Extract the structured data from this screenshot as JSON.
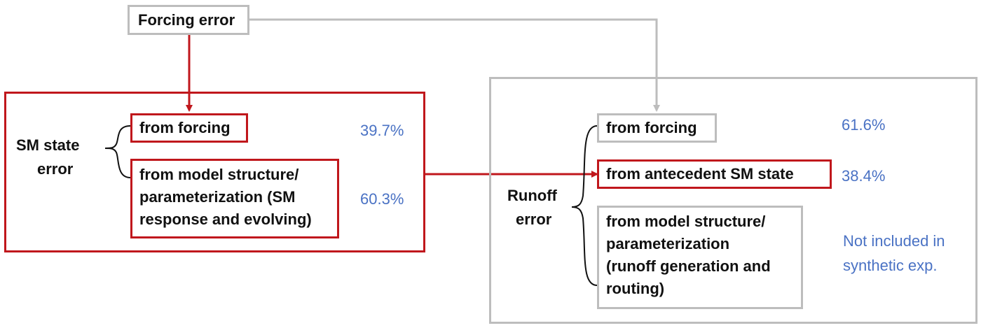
{
  "top": {
    "label": "Forcing error"
  },
  "sm": {
    "label_line1": "SM state",
    "label_line2": "error",
    "forcing": {
      "label": "from forcing",
      "pct": "39.7%"
    },
    "model": {
      "line1": "from model structure/",
      "line2": "parameterization (SM",
      "line3": "response and evolving)",
      "pct": "60.3%"
    }
  },
  "runoff": {
    "label_line1": "Runoff",
    "label_line2": "error",
    "forcing": {
      "label": "from forcing",
      "pct": "61.6%"
    },
    "antecedent": {
      "label": "from antecedent SM state",
      "pct": "38.4%"
    },
    "model": {
      "line1": "from model structure/",
      "line2": "parameterization",
      "line3": "(runoff generation and",
      "line4": "routing)",
      "note_line1": "Not included in",
      "note_line2": "synthetic exp."
    }
  },
  "colors": {
    "red": "#c0171c",
    "gray": "#bdbdbd",
    "blue": "#4a72c4"
  }
}
